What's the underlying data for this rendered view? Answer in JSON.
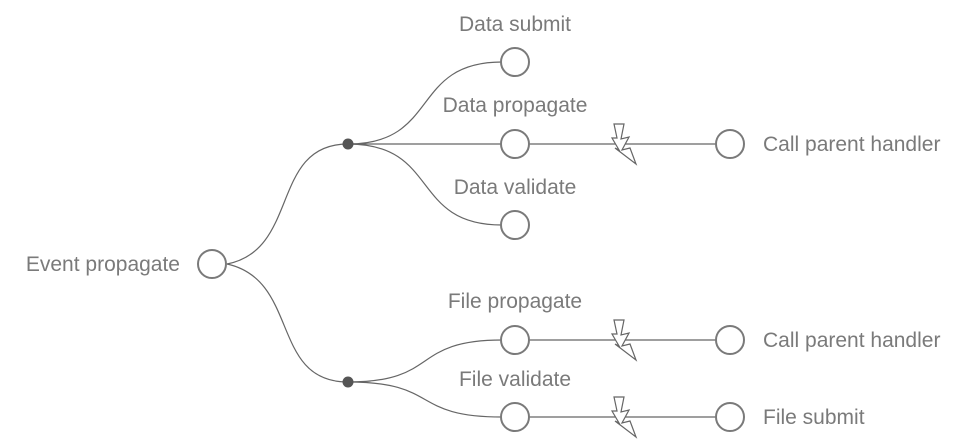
{
  "nodes": {
    "root": "Event propagate",
    "data_submit": "Data submit",
    "data_propagate": "Data propagate",
    "data_validate": "Data validate",
    "file_propagate": "File propagate",
    "file_validate": "File validate",
    "data_call_parent": "Call parent handler",
    "file_call_parent": "Call parent handler",
    "file_submit": "File submit"
  },
  "edges": [
    {
      "from": "Event propagate",
      "to": "Data submit"
    },
    {
      "from": "Event propagate",
      "to": "Data propagate"
    },
    {
      "from": "Event propagate",
      "to": "Data validate"
    },
    {
      "from": "Event propagate",
      "to": "File propagate"
    },
    {
      "from": "Event propagate",
      "to": "File validate"
    },
    {
      "from": "Data propagate",
      "to": "Call parent handler",
      "style": "lightning"
    },
    {
      "from": "File propagate",
      "to": "Call parent handler",
      "style": "lightning"
    },
    {
      "from": "File validate",
      "to": "File submit",
      "style": "lightning"
    }
  ]
}
